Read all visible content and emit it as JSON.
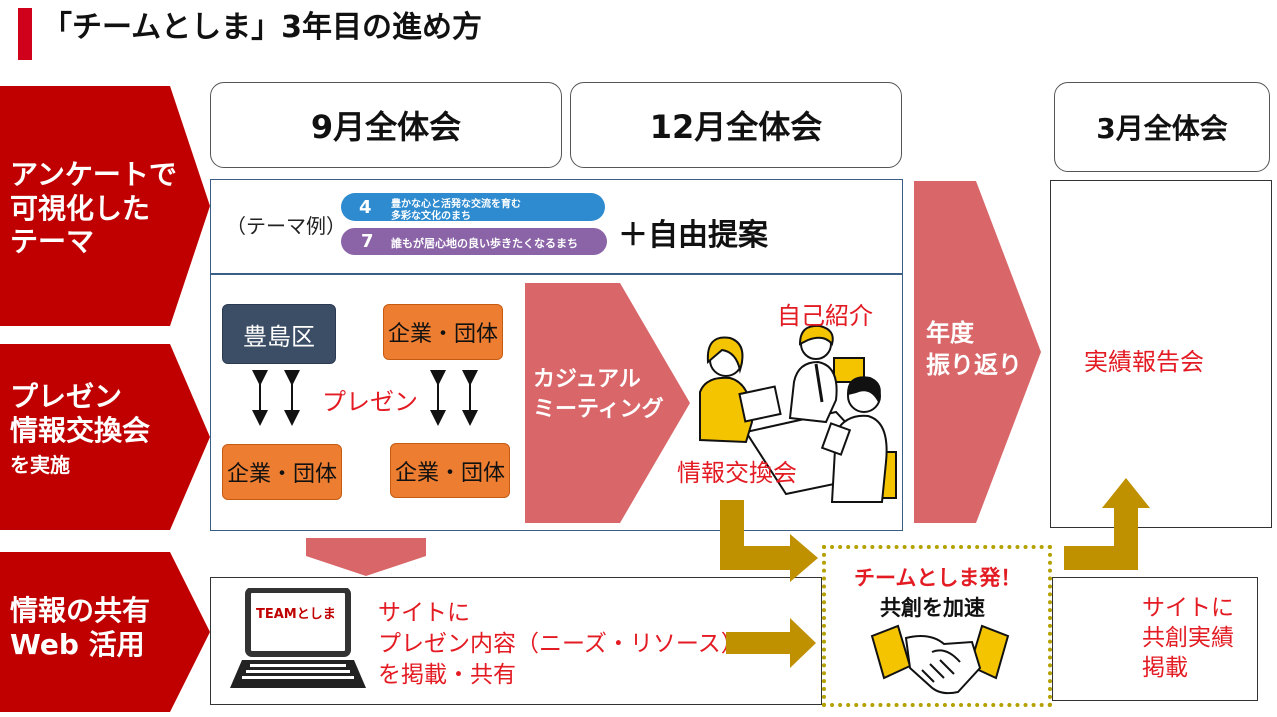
{
  "title": "「チームとしま」3年目の進め方",
  "headers": {
    "sep": "9月全体会",
    "dec": "12月全体会",
    "mar": "3月全体会"
  },
  "left_labels": {
    "survey": [
      "アンケートで",
      "可視化した",
      "テーマ"
    ],
    "presen_main": [
      "プレゼン",
      "情報交換会"
    ],
    "presen_sub": "を実施",
    "web": [
      "情報の共有",
      "Web 活用"
    ]
  },
  "theme": {
    "prefix": "（テーマ例）",
    "badge1_num": "4",
    "badge1_lines": [
      "豊かな心と活発な交流を育む",
      "多彩な文化のまち"
    ],
    "badge2_num": "7",
    "badge2_text": "誰もが居心地の良い歩きたくなるまち",
    "free_proposal": "＋自由提案"
  },
  "presen": {
    "toshima_ku": "豊島区",
    "company_tr": "企業・団体",
    "company_bl": "企業・団体",
    "company_br": "企業・団体",
    "presen_label": "プレゼン"
  },
  "casual": {
    "label": [
      "カジュアル",
      "ミーティング"
    ],
    "self_intro": "自己紹介",
    "info_exchange": "情報交換会"
  },
  "review": [
    "年度",
    "振り返り"
  ],
  "report": "実績報告会",
  "cocreation": {
    "headline": "チームとしま発！",
    "sub": "共創を加速"
  },
  "web_box": {
    "laptop_logo": "TEAMとしま",
    "lines": [
      "サイトに",
      "プレゼン内容（ニーズ・リソース）",
      "を掲載・共有"
    ]
  },
  "result_post": [
    "サイトに",
    "共創実績",
    "掲載"
  ],
  "colors": {
    "red": "#c00000",
    "salmon": "#d9676a",
    "navy": "#3c4d66",
    "orange": "#ed7d31",
    "gold": "#bf9000",
    "text_red": "#e31b23"
  }
}
